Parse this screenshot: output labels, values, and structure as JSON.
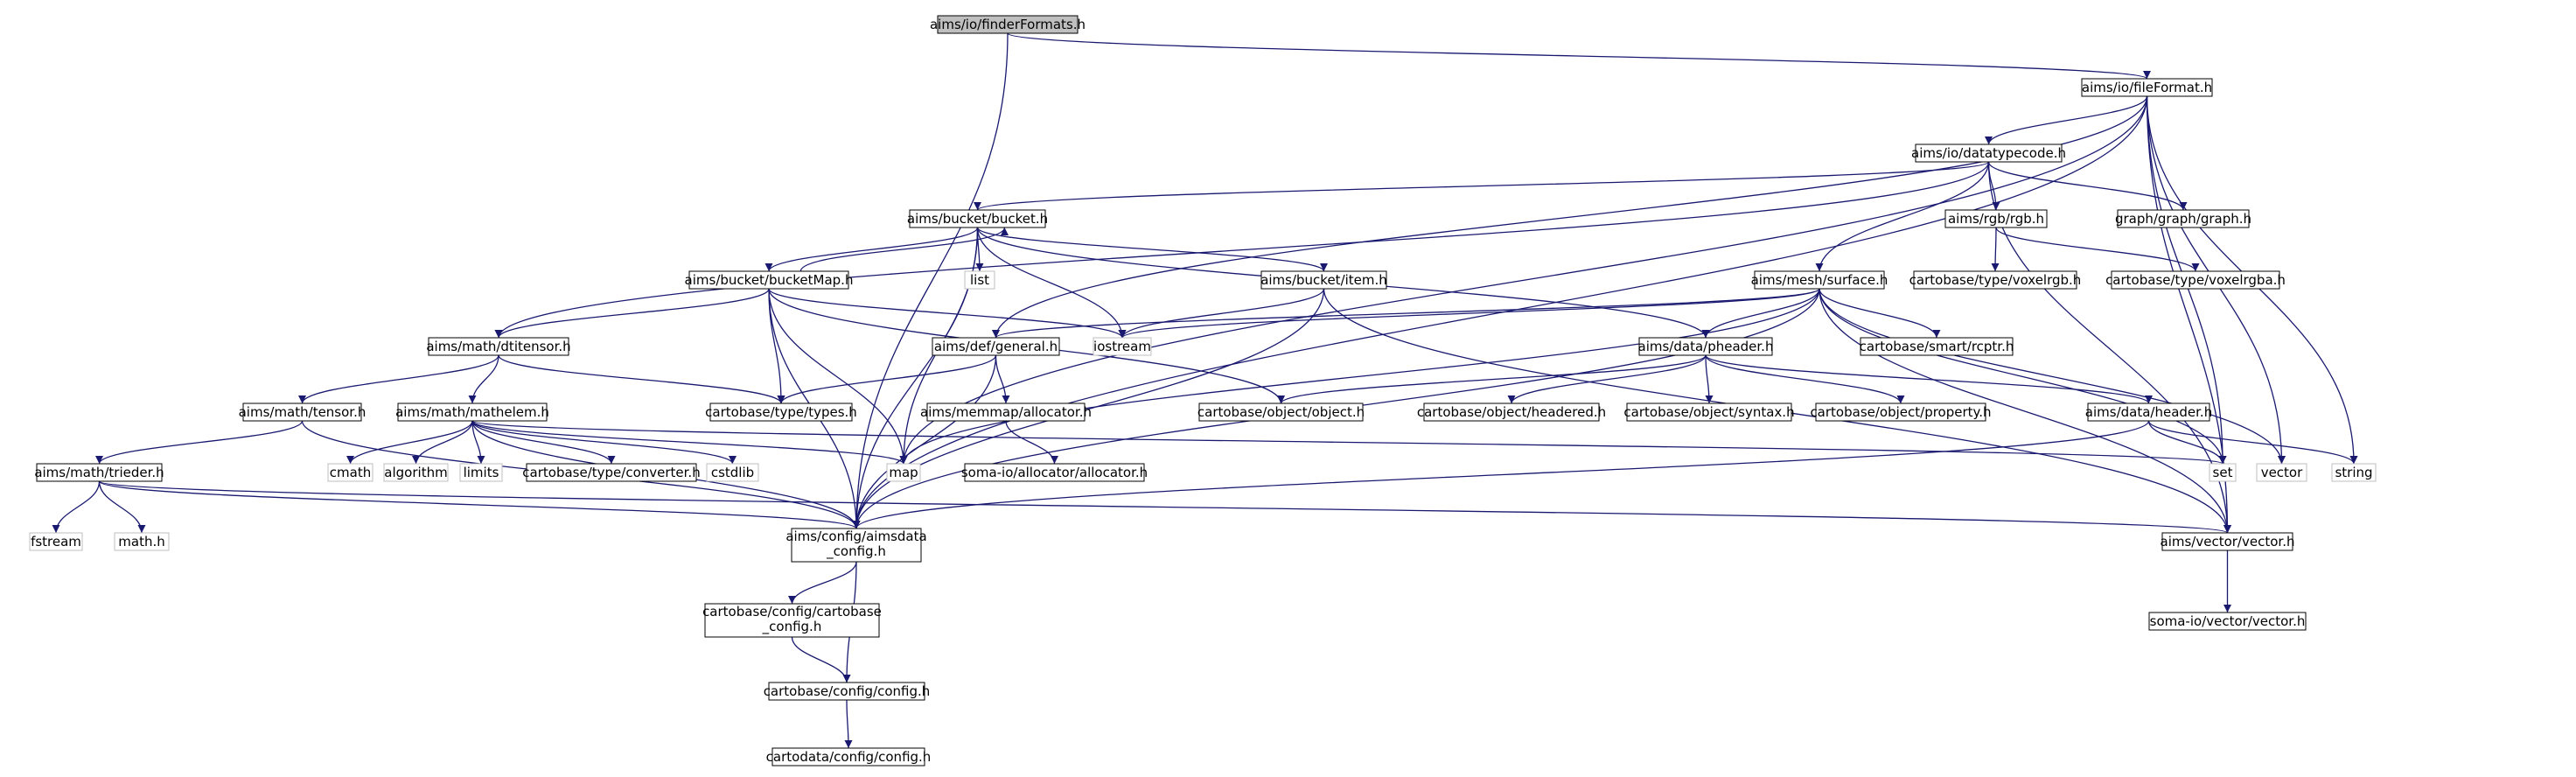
{
  "colors": {
    "edge": "#191970",
    "node_border": "#000000",
    "external_border": "#bfbfbf",
    "root_fill": "#bfbfbf",
    "background": "#ffffff"
  },
  "nodes": [
    {
      "id": "finderFormats",
      "label": "aims/io/finderFormats.h",
      "kind": "root"
    },
    {
      "id": "fileFormat",
      "label": "aims/io/fileFormat.h",
      "kind": "normal"
    },
    {
      "id": "datatypecode",
      "label": "aims/io/datatypecode.h",
      "kind": "normal"
    },
    {
      "id": "bucket",
      "label": "aims/bucket/bucket.h",
      "kind": "normal"
    },
    {
      "id": "rgb",
      "label": "aims/rgb/rgb.h",
      "kind": "normal"
    },
    {
      "id": "graph",
      "label": "graph/graph/graph.h",
      "kind": "normal"
    },
    {
      "id": "list",
      "label": "list",
      "kind": "external"
    },
    {
      "id": "bucketMap",
      "label": "aims/bucket/bucketMap.h",
      "kind": "normal"
    },
    {
      "id": "item",
      "label": "aims/bucket/item.h",
      "kind": "normal"
    },
    {
      "id": "voxelrgb",
      "label": "cartobase/type/voxelrgb.h",
      "kind": "normal"
    },
    {
      "id": "voxelrgba",
      "label": "cartobase/type/voxelrgba.h",
      "kind": "normal"
    },
    {
      "id": "surface",
      "label": "aims/mesh/surface.h",
      "kind": "normal"
    },
    {
      "id": "dtitensor",
      "label": "aims/math/dtitensor.h",
      "kind": "normal"
    },
    {
      "id": "iostream",
      "label": "iostream",
      "kind": "external"
    },
    {
      "id": "general",
      "label": "aims/def/general.h",
      "kind": "normal"
    },
    {
      "id": "pheader",
      "label": "aims/data/pheader.h",
      "kind": "normal"
    },
    {
      "id": "rcptr",
      "label": "cartobase/smart/rcptr.h",
      "kind": "normal"
    },
    {
      "id": "tensor",
      "label": "aims/math/tensor.h",
      "kind": "normal"
    },
    {
      "id": "mathelem",
      "label": "aims/math/mathelem.h",
      "kind": "normal"
    },
    {
      "id": "types",
      "label": "cartobase/type/types.h",
      "kind": "normal"
    },
    {
      "id": "allocatorh",
      "label": "aims/memmap/allocator.h",
      "kind": "normal"
    },
    {
      "id": "object",
      "label": "cartobase/object/object.h",
      "kind": "normal"
    },
    {
      "id": "headered",
      "label": "cartobase/object/headered.h",
      "kind": "normal"
    },
    {
      "id": "syntax",
      "label": "cartobase/object/syntax.h",
      "kind": "normal"
    },
    {
      "id": "property",
      "label": "cartobase/object/property.h",
      "kind": "normal"
    },
    {
      "id": "header",
      "label": "aims/data/header.h",
      "kind": "normal"
    },
    {
      "id": "cmath",
      "label": "cmath",
      "kind": "external"
    },
    {
      "id": "algorithm",
      "label": "algorithm",
      "kind": "external"
    },
    {
      "id": "limits",
      "label": "limits",
      "kind": "external"
    },
    {
      "id": "converter",
      "label": "cartobase/type/converter.h",
      "kind": "normal"
    },
    {
      "id": "cstdlib",
      "label": "cstdlib",
      "kind": "external"
    },
    {
      "id": "map",
      "label": "map",
      "kind": "external"
    },
    {
      "id": "somaalloc",
      "label": "soma-io/allocator/allocator.h",
      "kind": "normal"
    },
    {
      "id": "set",
      "label": "set",
      "kind": "external"
    },
    {
      "id": "vector",
      "label": "vector",
      "kind": "external"
    },
    {
      "id": "string",
      "label": "string",
      "kind": "external"
    },
    {
      "id": "trieder",
      "label": "aims/math/trieder.h",
      "kind": "normal"
    },
    {
      "id": "fstream",
      "label": "fstream",
      "kind": "external"
    },
    {
      "id": "mathh",
      "label": "math.h",
      "kind": "external"
    },
    {
      "id": "aimsdata_config",
      "label": "aims/config/aimsdata\n_config.h",
      "kind": "normal"
    },
    {
      "id": "vectorh",
      "label": "aims/vector/vector.h",
      "kind": "normal"
    },
    {
      "id": "cartobase_config",
      "label": "cartobase/config/cartobase\n_config.h",
      "kind": "normal"
    },
    {
      "id": "somavector",
      "label": "soma-io/vector/vector.h",
      "kind": "normal"
    },
    {
      "id": "cartobase_confconf",
      "label": "cartobase/config/config.h",
      "kind": "normal"
    },
    {
      "id": "cartodata_config",
      "label": "cartodata/config/config.h",
      "kind": "normal"
    }
  ],
  "edges": [
    [
      "finderFormats",
      "fileFormat"
    ],
    [
      "finderFormats",
      "aimsdata_config"
    ],
    [
      "fileFormat",
      "datatypecode"
    ],
    [
      "fileFormat",
      "map"
    ],
    [
      "fileFormat",
      "general"
    ],
    [
      "fileFormat",
      "set"
    ],
    [
      "fileFormat",
      "vector"
    ],
    [
      "fileFormat",
      "string"
    ],
    [
      "fileFormat",
      "aimsdata_config"
    ],
    [
      "fileFormat",
      "vectorh"
    ],
    [
      "datatypecode",
      "bucket"
    ],
    [
      "datatypecode",
      "rgb"
    ],
    [
      "datatypecode",
      "graph"
    ],
    [
      "datatypecode",
      "surface"
    ],
    [
      "datatypecode",
      "dtitensor"
    ],
    [
      "datatypecode",
      "vectorh"
    ],
    [
      "bucket",
      "list"
    ],
    [
      "bucket",
      "bucketMap"
    ],
    [
      "bucket",
      "item"
    ],
    [
      "bucket",
      "iostream"
    ],
    [
      "bucket",
      "pheader"
    ],
    [
      "bucket",
      "map"
    ],
    [
      "bucket",
      "aimsdata_config"
    ],
    [
      "rgb",
      "voxelrgb"
    ],
    [
      "rgb",
      "voxelrgba"
    ],
    [
      "bucketMap",
      "bucket"
    ],
    [
      "bucketMap",
      "dtitensor"
    ],
    [
      "bucketMap",
      "iostream"
    ],
    [
      "bucketMap",
      "types"
    ],
    [
      "bucketMap",
      "object"
    ],
    [
      "bucketMap",
      "map"
    ],
    [
      "bucketMap",
      "aimsdata_config"
    ],
    [
      "item",
      "iostream"
    ],
    [
      "item",
      "vectorh"
    ],
    [
      "item",
      "aimsdata_config"
    ],
    [
      "surface",
      "general"
    ],
    [
      "surface",
      "pheader"
    ],
    [
      "surface",
      "rcptr"
    ],
    [
      "surface",
      "iostream"
    ],
    [
      "surface",
      "map"
    ],
    [
      "surface",
      "set"
    ],
    [
      "surface",
      "vector"
    ],
    [
      "surface",
      "aimsdata_config"
    ],
    [
      "surface",
      "vectorh"
    ],
    [
      "dtitensor",
      "tensor"
    ],
    [
      "dtitensor",
      "mathelem"
    ],
    [
      "dtitensor",
      "types"
    ],
    [
      "general",
      "types"
    ],
    [
      "general",
      "allocatorh"
    ],
    [
      "general",
      "aimsdata_config"
    ],
    [
      "pheader",
      "object"
    ],
    [
      "pheader",
      "headered"
    ],
    [
      "pheader",
      "syntax"
    ],
    [
      "pheader",
      "property"
    ],
    [
      "pheader",
      "header"
    ],
    [
      "tensor",
      "trieder"
    ],
    [
      "tensor",
      "aimsdata_config"
    ],
    [
      "mathelem",
      "cmath"
    ],
    [
      "mathelem",
      "algorithm"
    ],
    [
      "mathelem",
      "limits"
    ],
    [
      "mathelem",
      "converter"
    ],
    [
      "mathelem",
      "cstdlib"
    ],
    [
      "mathelem",
      "map"
    ],
    [
      "mathelem",
      "set"
    ],
    [
      "mathelem",
      "aimsdata_config"
    ],
    [
      "allocatorh",
      "somaalloc"
    ],
    [
      "header",
      "set"
    ],
    [
      "header",
      "string"
    ],
    [
      "header",
      "aimsdata_config"
    ],
    [
      "trieder",
      "fstream"
    ],
    [
      "trieder",
      "mathh"
    ],
    [
      "trieder",
      "aimsdata_config"
    ],
    [
      "trieder",
      "vectorh"
    ],
    [
      "aimsdata_config",
      "cartobase_config"
    ],
    [
      "aimsdata_config",
      "cartobase_confconf"
    ],
    [
      "cartobase_config",
      "cartobase_confconf"
    ],
    [
      "cartobase_confconf",
      "cartodata_config"
    ],
    [
      "vectorh",
      "somavector"
    ]
  ]
}
